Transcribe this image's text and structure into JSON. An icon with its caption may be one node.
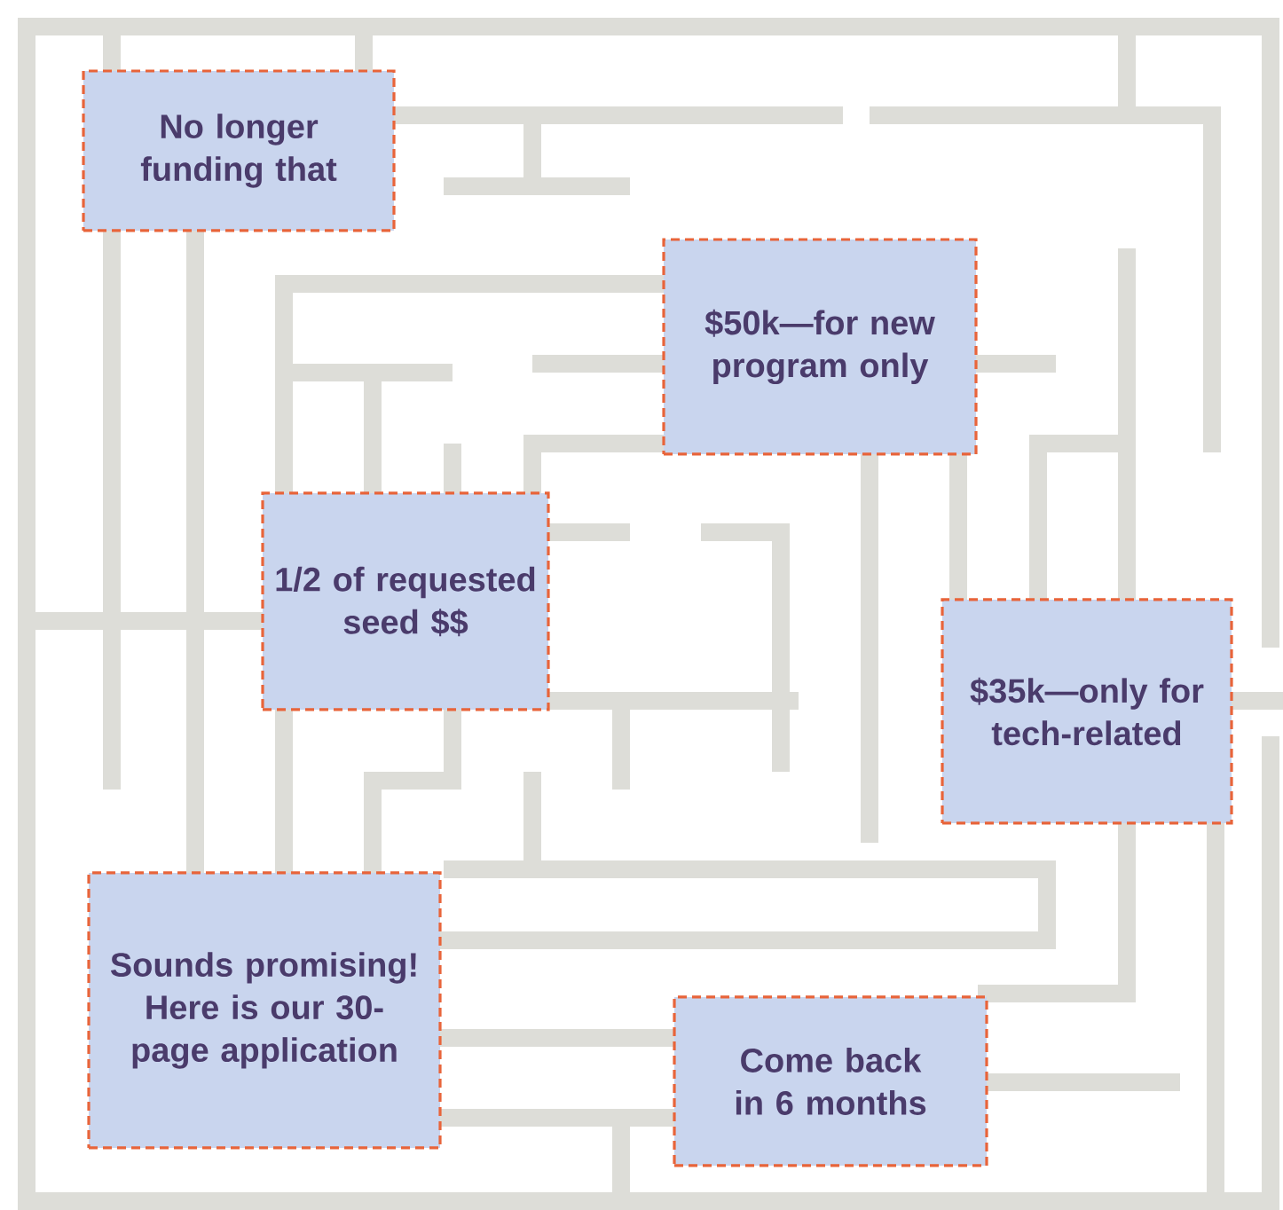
{
  "diagram": {
    "nodes": [
      {
        "text": [
          "No longer funding that"
        ]
      },
      {
        "text": [
          "$50k—for new program only"
        ]
      },
      {
        "text": [
          "1/2 of requested seed $$"
        ]
      },
      {
        "text": [
          "$35k—only for tech-related"
        ]
      },
      {
        "text": [
          "Sounds promising! Here is our 30-page application"
        ]
      },
      {
        "text": [
          "Come back in 6 months"
        ]
      }
    ]
  }
}
